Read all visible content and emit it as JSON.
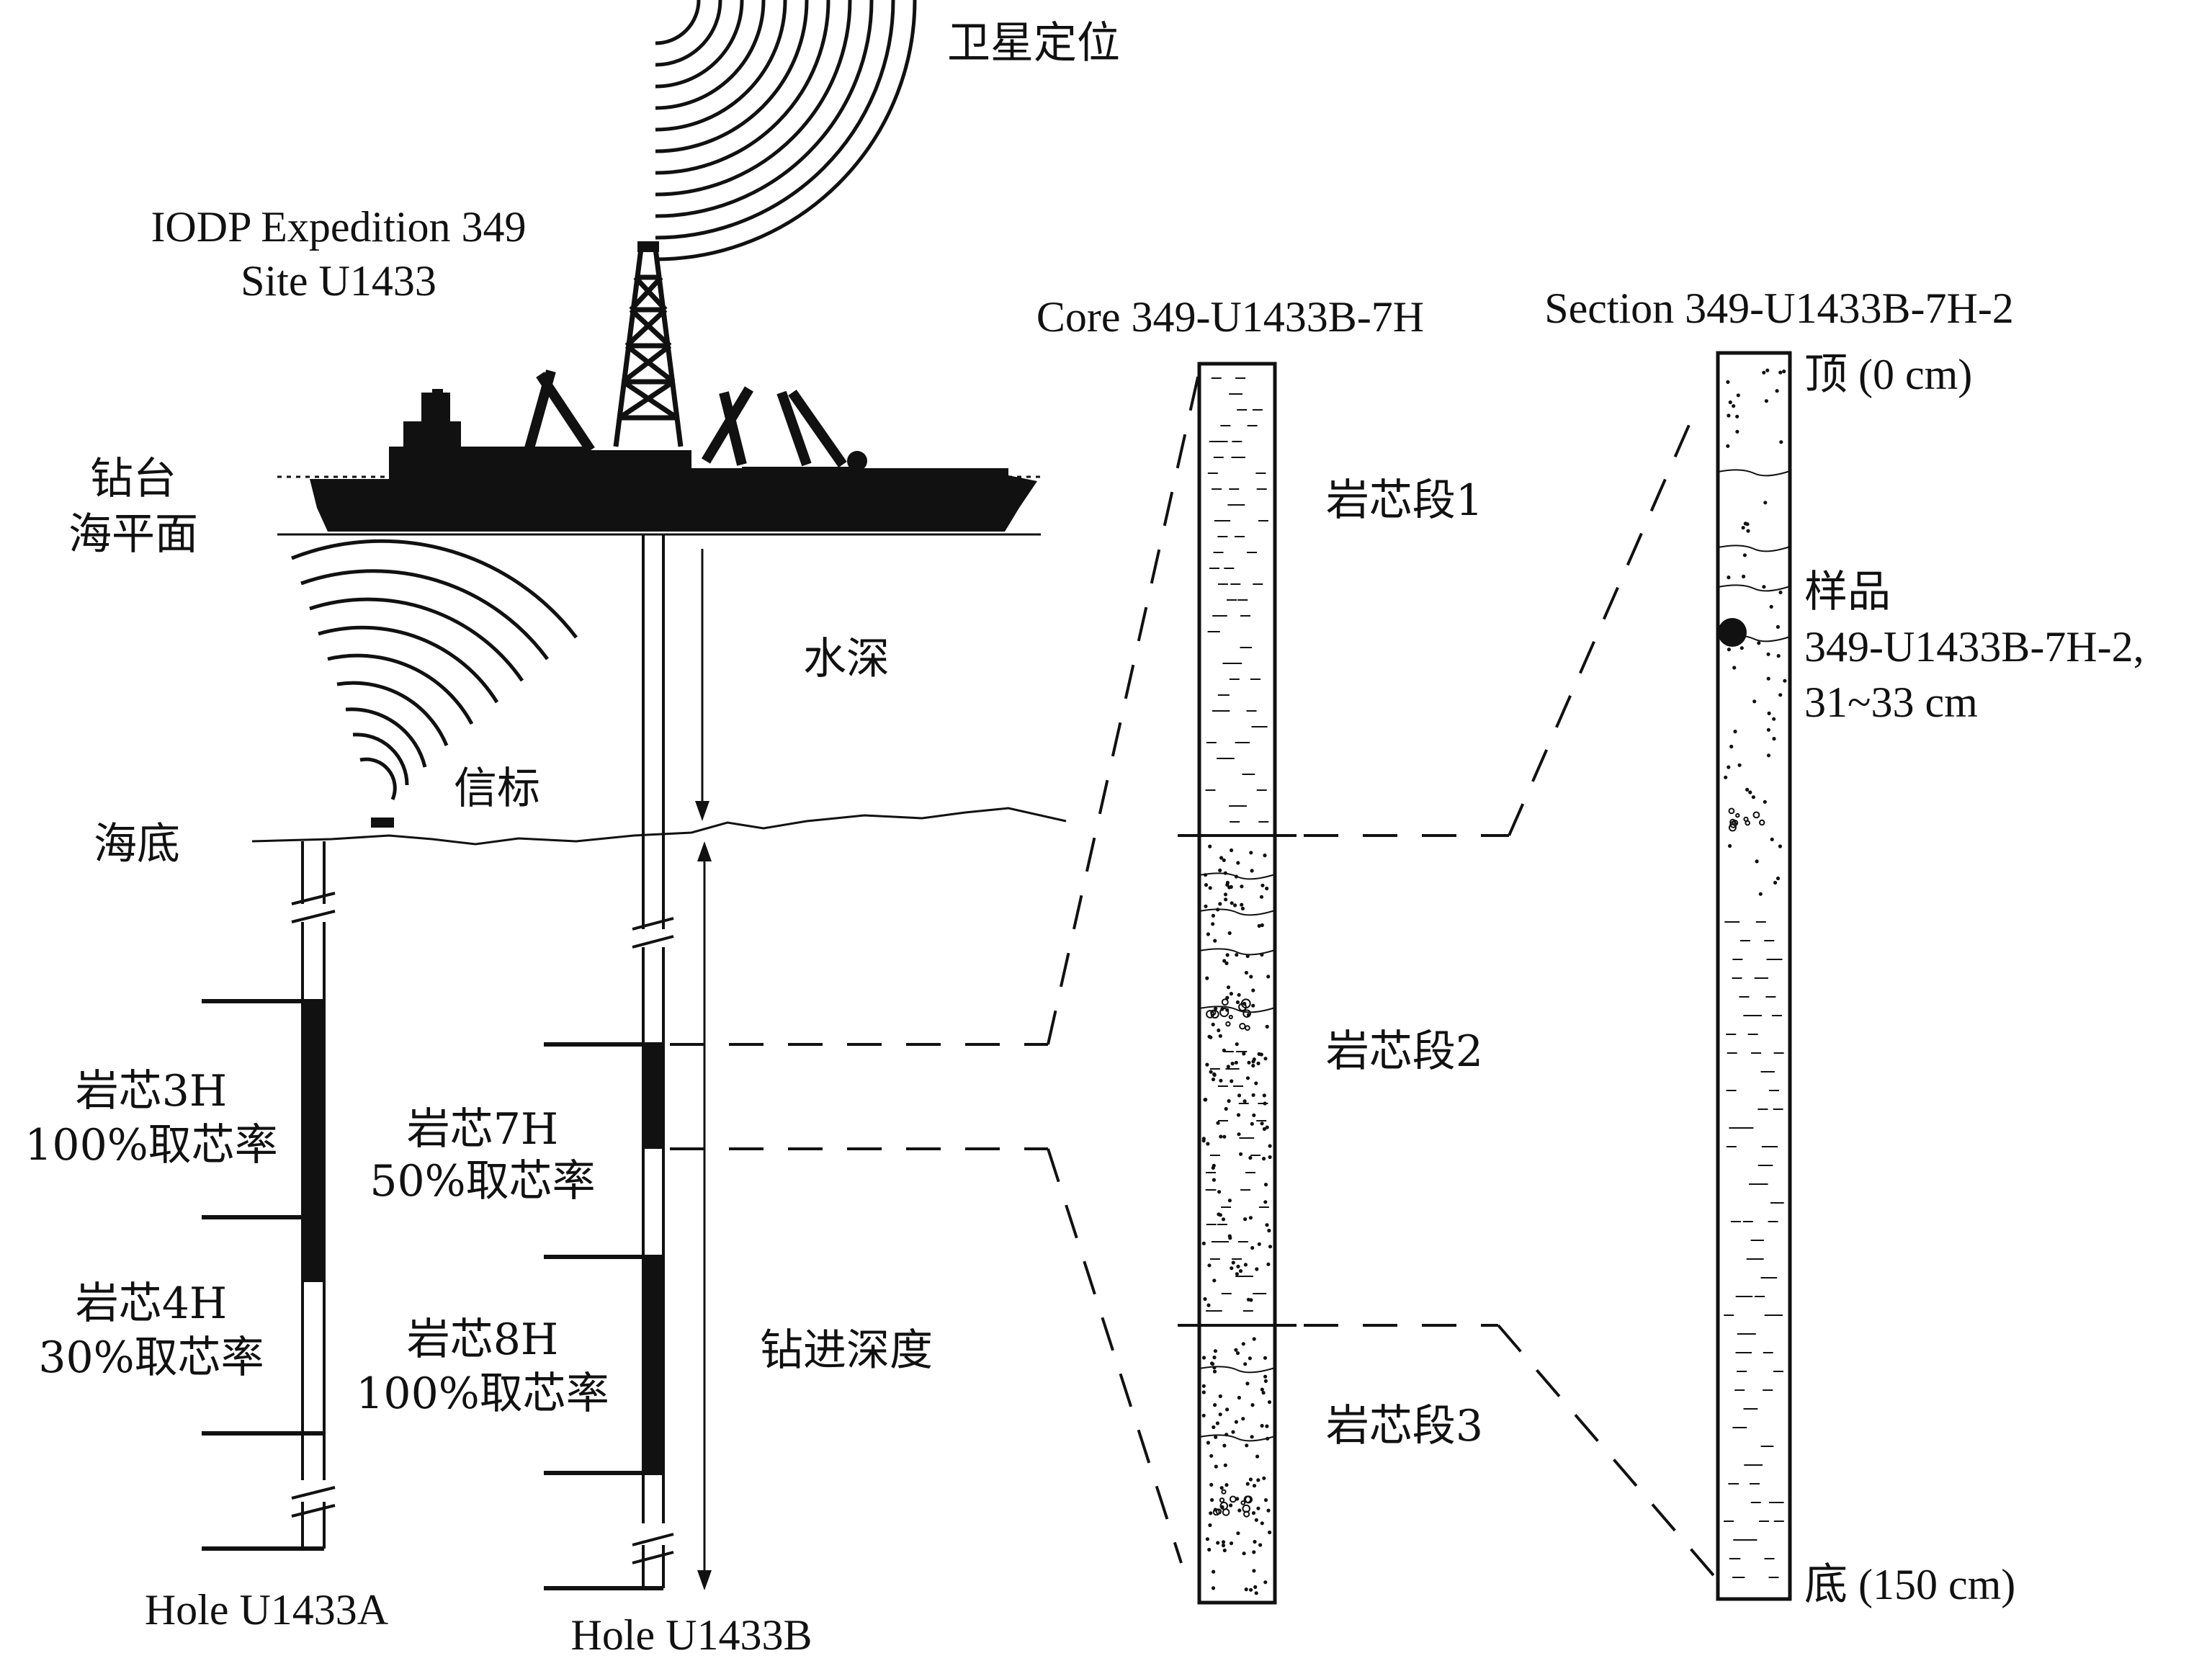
{
  "labels": {
    "satellite": "卫星定位",
    "expedition_line1": "IODP Expedition 349",
    "expedition_line2": "Site U1433",
    "drill_floor": "钻台",
    "sea_level": "海平面",
    "water_depth": "水深",
    "beacon": "信标",
    "seafloor": "海底",
    "drilling_depth": "钻进深度",
    "hole_a": "Hole U1433A",
    "hole_b": "Hole U1433B",
    "core_title": "Core 349-U1433B-7H",
    "section_title": "Section 349-U1433B-7H-2",
    "section_top": "顶 (0 cm)",
    "section_bottom": "底 (150 cm)",
    "sample_line1": "样品",
    "sample_line2": "349-U1433B-7H-2,",
    "sample_line3": "31~33 cm"
  },
  "hole_a_cores": [
    {
      "name": "岩芯3H",
      "recovery": "100%取芯率",
      "recovery_pct": 100
    },
    {
      "name": "岩芯4H",
      "recovery": "30%取芯率",
      "recovery_pct": 30
    }
  ],
  "hole_b_cores": [
    {
      "name": "岩芯7H",
      "recovery": "50%取芯率",
      "recovery_pct": 50
    },
    {
      "name": "岩芯8H",
      "recovery": "100%取芯率",
      "recovery_pct": 100
    }
  ],
  "core_sections": [
    "岩芯段1",
    "岩芯段2",
    "岩芯段3"
  ],
  "colors": {
    "ink": "#111111",
    "background": "#ffffff"
  }
}
